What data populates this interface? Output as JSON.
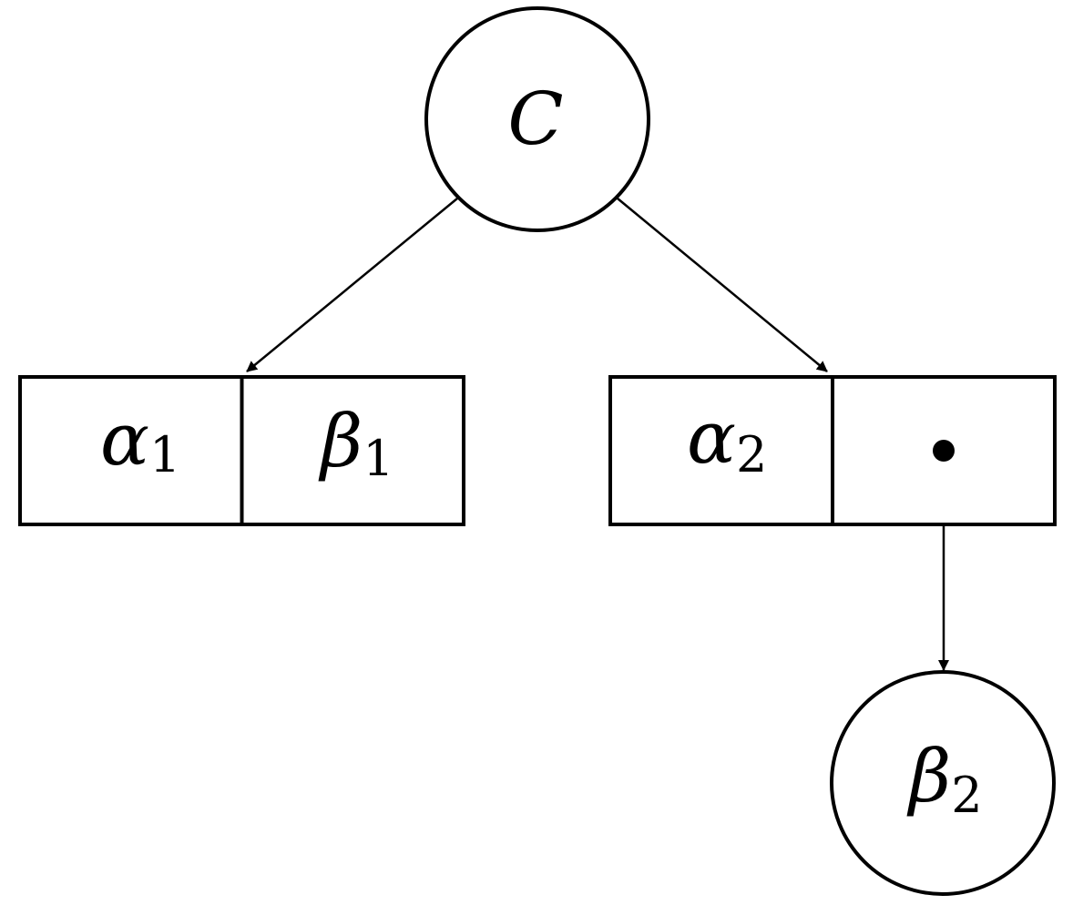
{
  "diagram": {
    "root": {
      "symbol": "C"
    },
    "left_pair": {
      "first": {
        "symbol": "α",
        "subscript": "1"
      },
      "second": {
        "symbol": "β",
        "subscript": "1"
      }
    },
    "right_pair": {
      "first": {
        "symbol": "α",
        "subscript": "2"
      }
    },
    "leaf": {
      "symbol": "β",
      "subscript": "2"
    }
  }
}
